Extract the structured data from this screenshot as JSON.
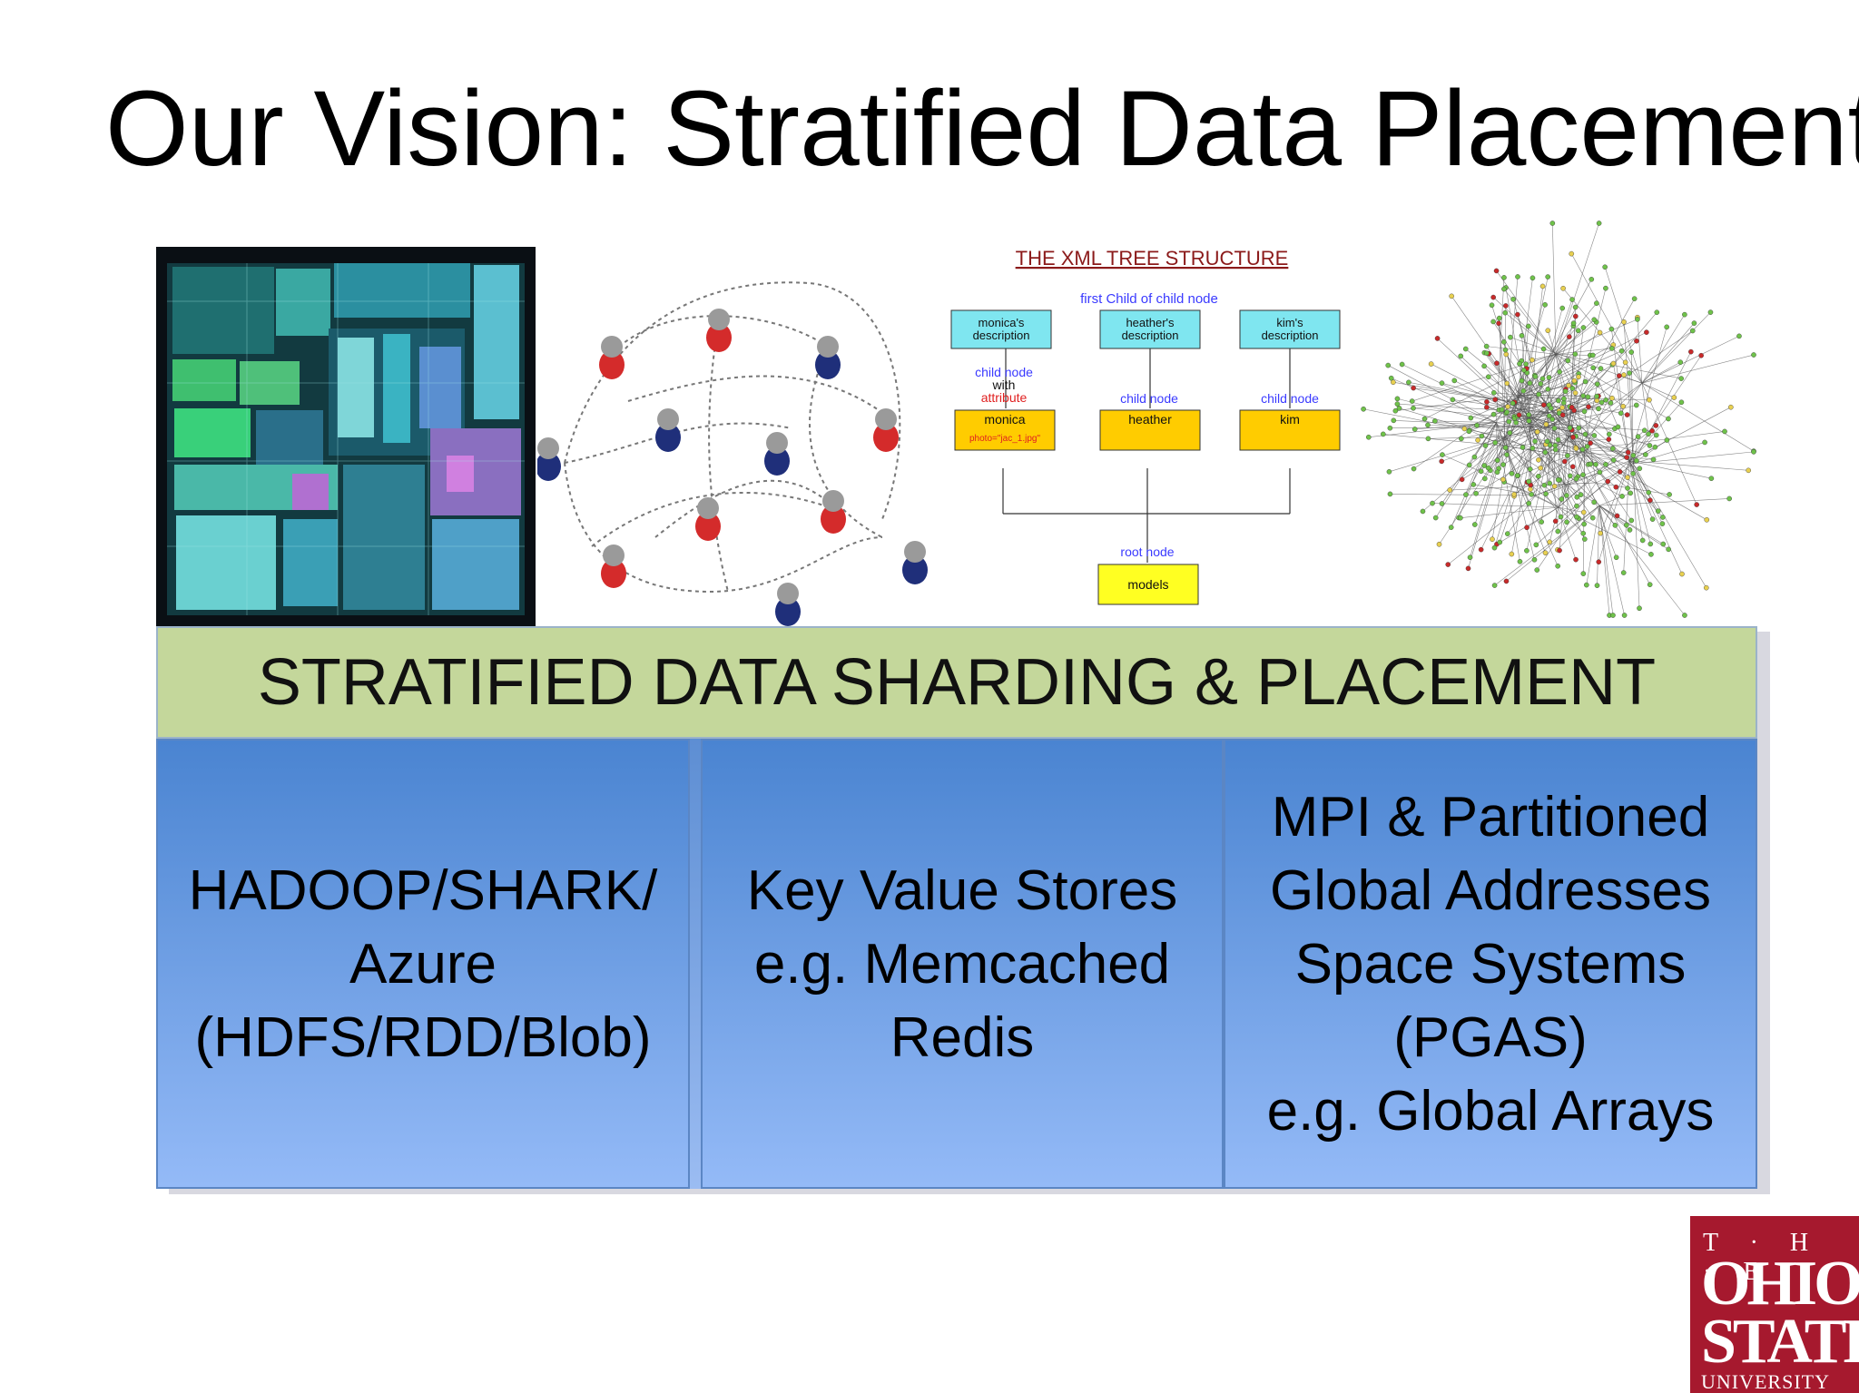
{
  "slide": {
    "title": "Our Vision: Stratified Data Placement",
    "banner": "STRATIFIED DATA SHARDING & PLACEMENT",
    "columns": [
      "HADOOP/SHARK/\nAzure\n(HDFS/RDD/Blob)",
      "Key Value Stores\ne.g. Memcached\nRedis",
      "MPI & Partitioned\nGlobal Addresses\nSpace Systems\n(PGAS)\ne.g. Global Arrays"
    ]
  },
  "xml_tree": {
    "title": "THE XML TREE STRUCTURE",
    "first_child_label": "first Child of child node",
    "desc_nodes": [
      "monica's\ndescription",
      "heather's\ndescription",
      "kim's\ndescription"
    ],
    "child_node_label": "child node",
    "with_label": "with",
    "attribute_label": "attribute",
    "name_nodes": [
      "monica",
      "heather",
      "kim"
    ],
    "photo_attr": "photo=\"jac_1.jpg\"",
    "root_label": "root node",
    "root_node": "models"
  },
  "logo": {
    "line1": "T · H · E",
    "line2": "OHIO",
    "line3": "STATE",
    "line4": "UNIVERSITY"
  },
  "colors": {
    "banner": "#c4d79b",
    "column_top": "#4a84d1",
    "column_bottom": "#94baf7",
    "logo": "#a6192e",
    "person_red": "#d42b2b",
    "person_blue": "#1f2f7a"
  }
}
